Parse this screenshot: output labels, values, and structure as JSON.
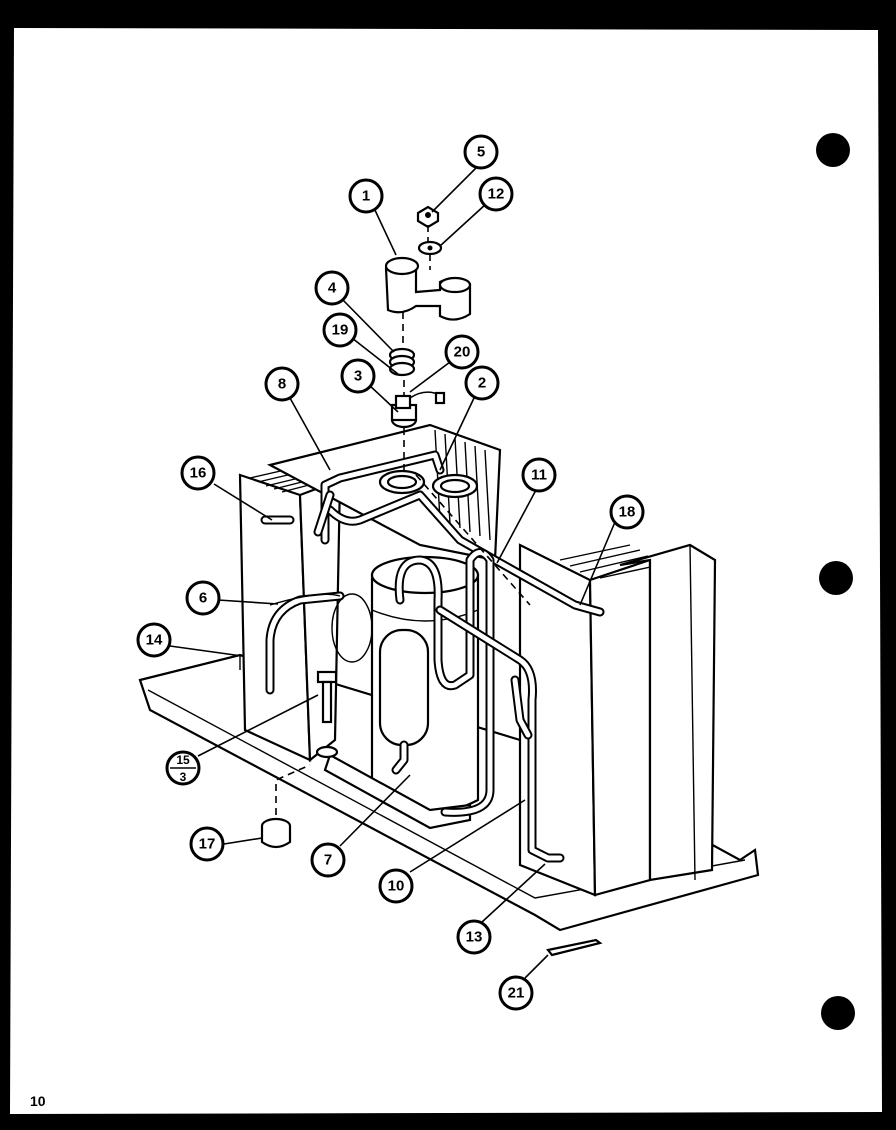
{
  "page_number": "10",
  "callouts": [
    {
      "id": "c1",
      "label": "1"
    },
    {
      "id": "c2",
      "label": "2"
    },
    {
      "id": "c3",
      "label": "3"
    },
    {
      "id": "c4",
      "label": "4"
    },
    {
      "id": "c5",
      "label": "5"
    },
    {
      "id": "c6",
      "label": "6"
    },
    {
      "id": "c7",
      "label": "7"
    },
    {
      "id": "c8",
      "label": "8"
    },
    {
      "id": "c10",
      "label": "10"
    },
    {
      "id": "c11",
      "label": "11"
    },
    {
      "id": "c12",
      "label": "12"
    },
    {
      "id": "c13",
      "label": "13"
    },
    {
      "id": "c14",
      "label": "14"
    },
    {
      "id": "c16",
      "label": "16"
    },
    {
      "id": "c17",
      "label": "17"
    },
    {
      "id": "c18",
      "label": "18"
    },
    {
      "id": "c19",
      "label": "19"
    },
    {
      "id": "c20",
      "label": "20"
    },
    {
      "id": "c21",
      "label": "21"
    }
  ],
  "fraction_callout": {
    "numerator": "15",
    "denominator": "3"
  }
}
